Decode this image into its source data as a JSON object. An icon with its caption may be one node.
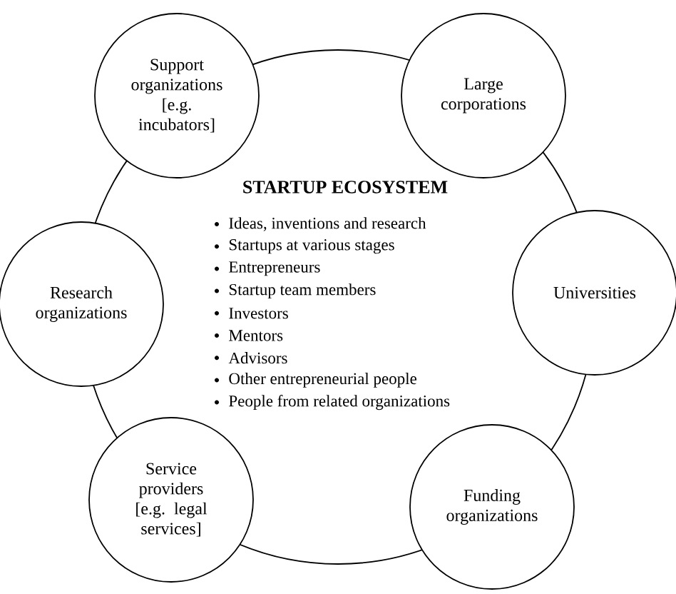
{
  "diagram": {
    "nodes": [
      {
        "text": [
          "STARTUP ECOSYSTEM",
          "Ideas, inventions and research",
          "Startups at various stages",
          "Entrepreneurs",
          "Startup team members",
          "Investors",
          "Mentors",
          "Advisors",
          "Other entrepreneurial people",
          "People from related organizations"
        ]
      },
      {
        "text": [
          "Support organizations [e.g. incubators]"
        ]
      },
      {
        "text": [
          "Large corporations"
        ]
      },
      {
        "text": [
          "Research organizations"
        ]
      },
      {
        "text": [
          "Universities"
        ]
      },
      {
        "text": [
          "Service providers [e.g. legal services]"
        ]
      },
      {
        "text": [
          "Funding organizations"
        ]
      }
    ]
  }
}
